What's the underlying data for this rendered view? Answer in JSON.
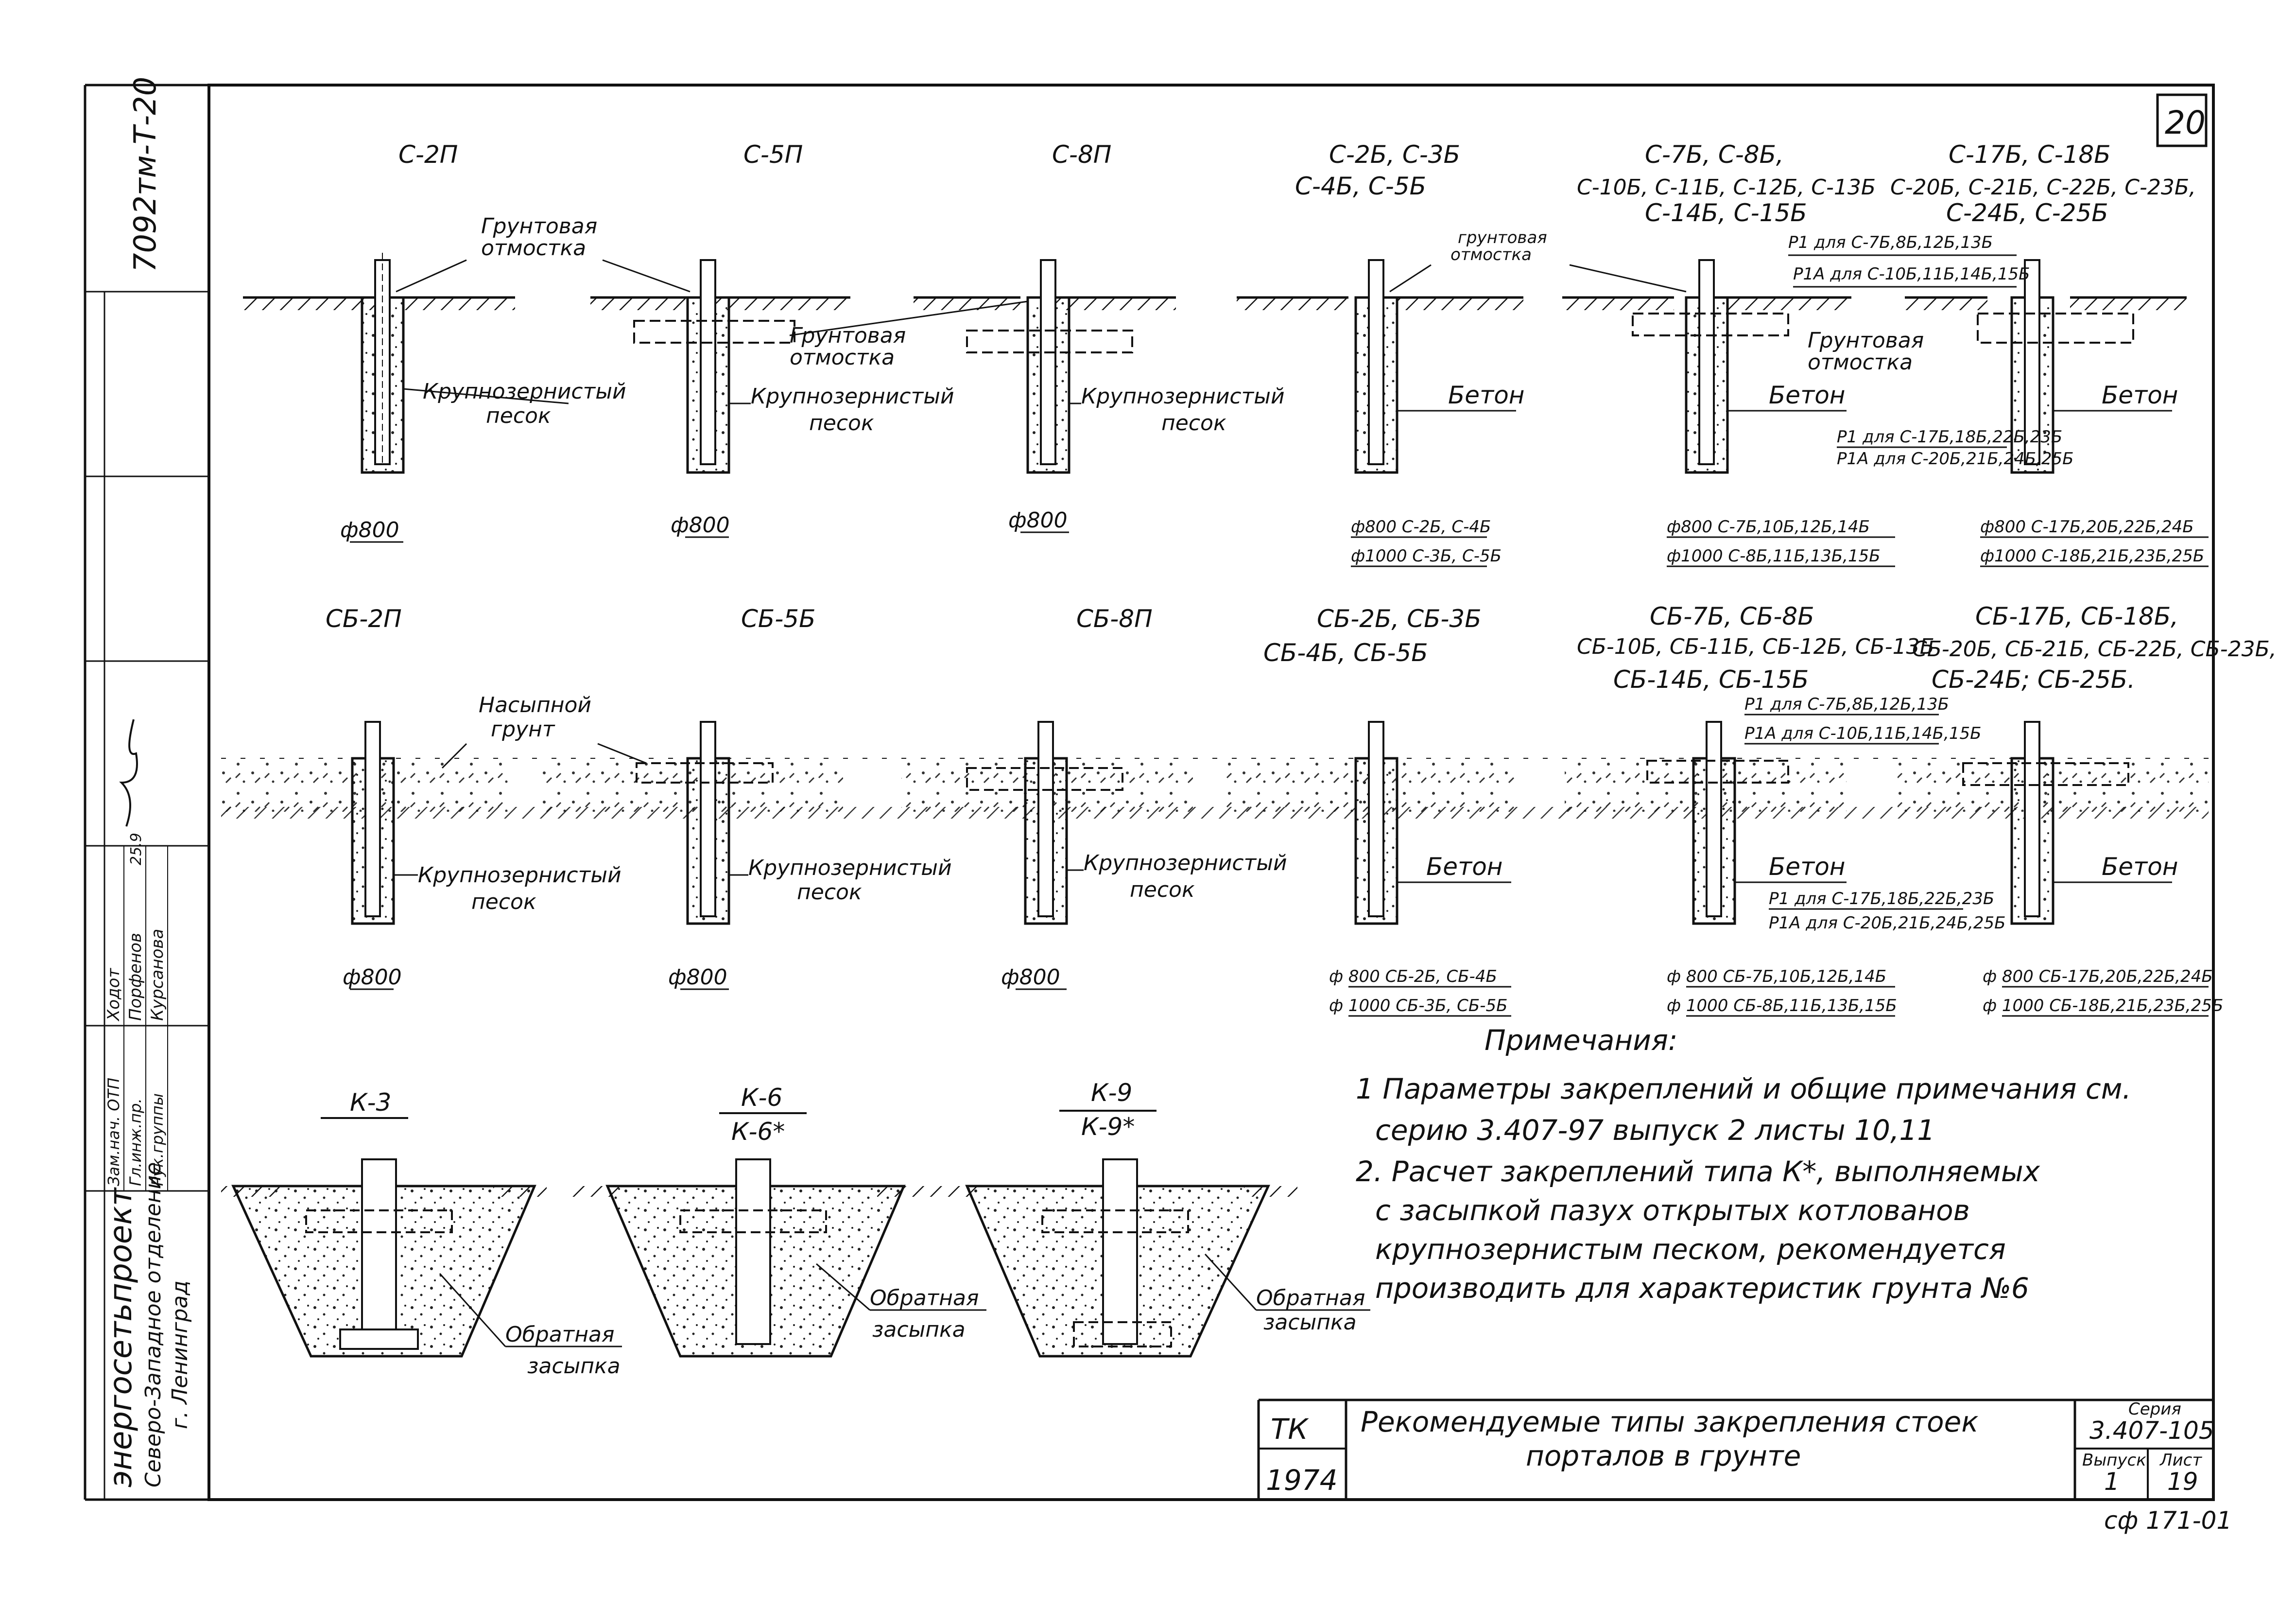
{
  "sheet_number": "20",
  "stamp_code": "7092тм-Т-20",
  "org_stamp": {
    "org_name": "энергосетьпроект",
    "org_line2": "Северо-Западное отделение",
    "org_line3": "г. Ленинград",
    "roles": [
      "Зам.нач. ОТП",
      "Гл.инж.пр.",
      "Рук.группы"
    ],
    "names": [
      "Ходот",
      "Порфенов",
      "Курсанова"
    ],
    "date": "25.9"
  },
  "row1": {
    "types": [
      {
        "title": [
          "С-2П"
        ],
        "fill_label": [
          "Крупнозернистый",
          "песок"
        ],
        "dia": "ф800"
      },
      {
        "title": [
          "С-5П"
        ],
        "fill_label": [
          "Крупнозернистый",
          "песок"
        ],
        "dia": "ф800"
      },
      {
        "title": [
          "С-8П"
        ],
        "fill_label": [
          "Крупнозернистый",
          "песок"
        ],
        "dia": "ф800"
      },
      {
        "title": [
          "С-2Б, С-3Б",
          "С-4Б, С-5Б"
        ],
        "fill_label": [
          "Бетон"
        ],
        "dia_rows": [
          "ф800  С-2Б, С-4Б",
          "ф1000  С-3Б, С-5Б"
        ]
      },
      {
        "title": [
          "С-7Б, С-8Б,",
          "С-10Б, С-11Б, С-12Б, С-13Б",
          "С-14Б, С-15Б"
        ],
        "fill_label": [
          "Бетон"
        ],
        "p1_rows": [
          "Р1 для   С-7Б,8Б,12Б,13Б",
          "Р1А для  С-10Б,11Б,14Б,15Б"
        ],
        "dia_rows": [
          "ф800  С-7Б,10Б,12Б,14Б",
          "ф1000  С-8Б,11Б,13Б,15Б"
        ]
      },
      {
        "title": [
          "С-17Б, С-18Б",
          "С-20Б, С-21Б, С-22Б, С-23Б,",
          "С-24Б, С-25Б"
        ],
        "fill_label": [
          "Бетон"
        ],
        "p1_rows": [
          "Р1 для  С-17Б,18Б,22Б,23Б",
          "Р1А для  С-20Б,21Б,24Б,25Б"
        ],
        "dia_rows": [
          "ф800  С-17Б,20Б,22Б,24Б",
          "ф1000  С-18Б,21Б,23Б,25Б"
        ]
      }
    ],
    "callouts": {
      "ground_apron_1": [
        "Грунтовая",
        "отмостка"
      ],
      "ground_apron_2": [
        "Грунтовая",
        "отмостка"
      ],
      "ground_apron_3": [
        "грунтовая",
        "отмостка"
      ],
      "ground_apron_4": [
        "Грунтовая",
        "отмостка"
      ]
    }
  },
  "row2": {
    "types": [
      {
        "title": [
          "СБ-2П"
        ],
        "fill_label": [
          "Крупнозернистый",
          "песок"
        ],
        "dia": "ф800"
      },
      {
        "title": [
          "СБ-5Б"
        ],
        "fill_label": [
          "Крупнозернистый",
          "песок"
        ],
        "dia": "ф800"
      },
      {
        "title": [
          "СБ-8П"
        ],
        "fill_label": [
          "Крупнозернистый",
          "песок"
        ],
        "dia": "ф800"
      },
      {
        "title": [
          "СБ-2Б, СБ-3Б",
          "СБ-4Б, СБ-5Б"
        ],
        "fill_label": [
          "Бетон"
        ],
        "dia_rows": [
          "ф 800  СБ-2Б, СБ-4Б",
          "ф 1000  СБ-3Б, СБ-5Б"
        ]
      },
      {
        "title": [
          "СБ-7Б, СБ-8Б",
          "СБ-10Б, СБ-11Б, СБ-12Б, СБ-13Б",
          "СБ-14Б, СБ-15Б"
        ],
        "fill_label": [
          "Бетон"
        ],
        "p1_rows_top": [
          "Р1 для     С-7Б,8Б,12Б,13Б",
          "Р1А для   С-10Б,11Б,14Б,15Б"
        ],
        "p1_rows": [
          "Р1 для     С-17Б,18Б,22Б,23Б",
          "Р1А для   С-20Б,21Б,24Б,25Б"
        ],
        "dia_rows": [
          "ф 800  СБ-7Б,10Б,12Б,14Б",
          "ф 1000  СБ-8Б,11Б,13Б,15Б"
        ]
      },
      {
        "title": [
          "СБ-17Б, СБ-18Б,",
          "СБ-20Б, СБ-21Б, СБ-22Б, СБ-23Б,",
          "СБ-24Б; СБ-25Б."
        ],
        "fill_label": [
          "Бетон"
        ],
        "dia_rows": [
          "ф 800  СБ-17Б,20Б,22Б,24Б",
          "ф 1000  СБ-18Б,21Б,23Б,25Б"
        ]
      }
    ],
    "callout_fill": [
      "Насыпной",
      "грунт"
    ]
  },
  "row3": {
    "types": [
      {
        "title": [
          "К-3"
        ],
        "label": [
          "Обратная",
          "засыпка"
        ]
      },
      {
        "title": [
          "К-6",
          "К-6*"
        ],
        "label": [
          "Обратная",
          "засыпка"
        ]
      },
      {
        "title": [
          "К-9",
          "К-9*"
        ],
        "label": [
          "Обратная",
          "засыпка"
        ]
      }
    ]
  },
  "notes": {
    "heading": "Примечания:",
    "lines": [
      "1  Параметры закреплений и общие примечания см.",
      "серию 3.407-97 выпуск 2 листы 10,11",
      "2. Расчет закреплений типа К*, выполняемых",
      "с засыпкой пазух открытых котлованов",
      "крупнозернистым песком, рекомендуется",
      "производить для характеристик грунта №6"
    ]
  },
  "title_block": {
    "tk": "ТК",
    "year": "1974",
    "title_lines": [
      "Рекомендуемые типы закрепления стоек",
      "порталов в грунте"
    ],
    "series_label": "Серия",
    "series": "3.407-105",
    "issue_label": "Выпуск",
    "issue": "1",
    "sheet_label": "Лист",
    "sheet": "19",
    "footer_code": "сф 171-01"
  }
}
